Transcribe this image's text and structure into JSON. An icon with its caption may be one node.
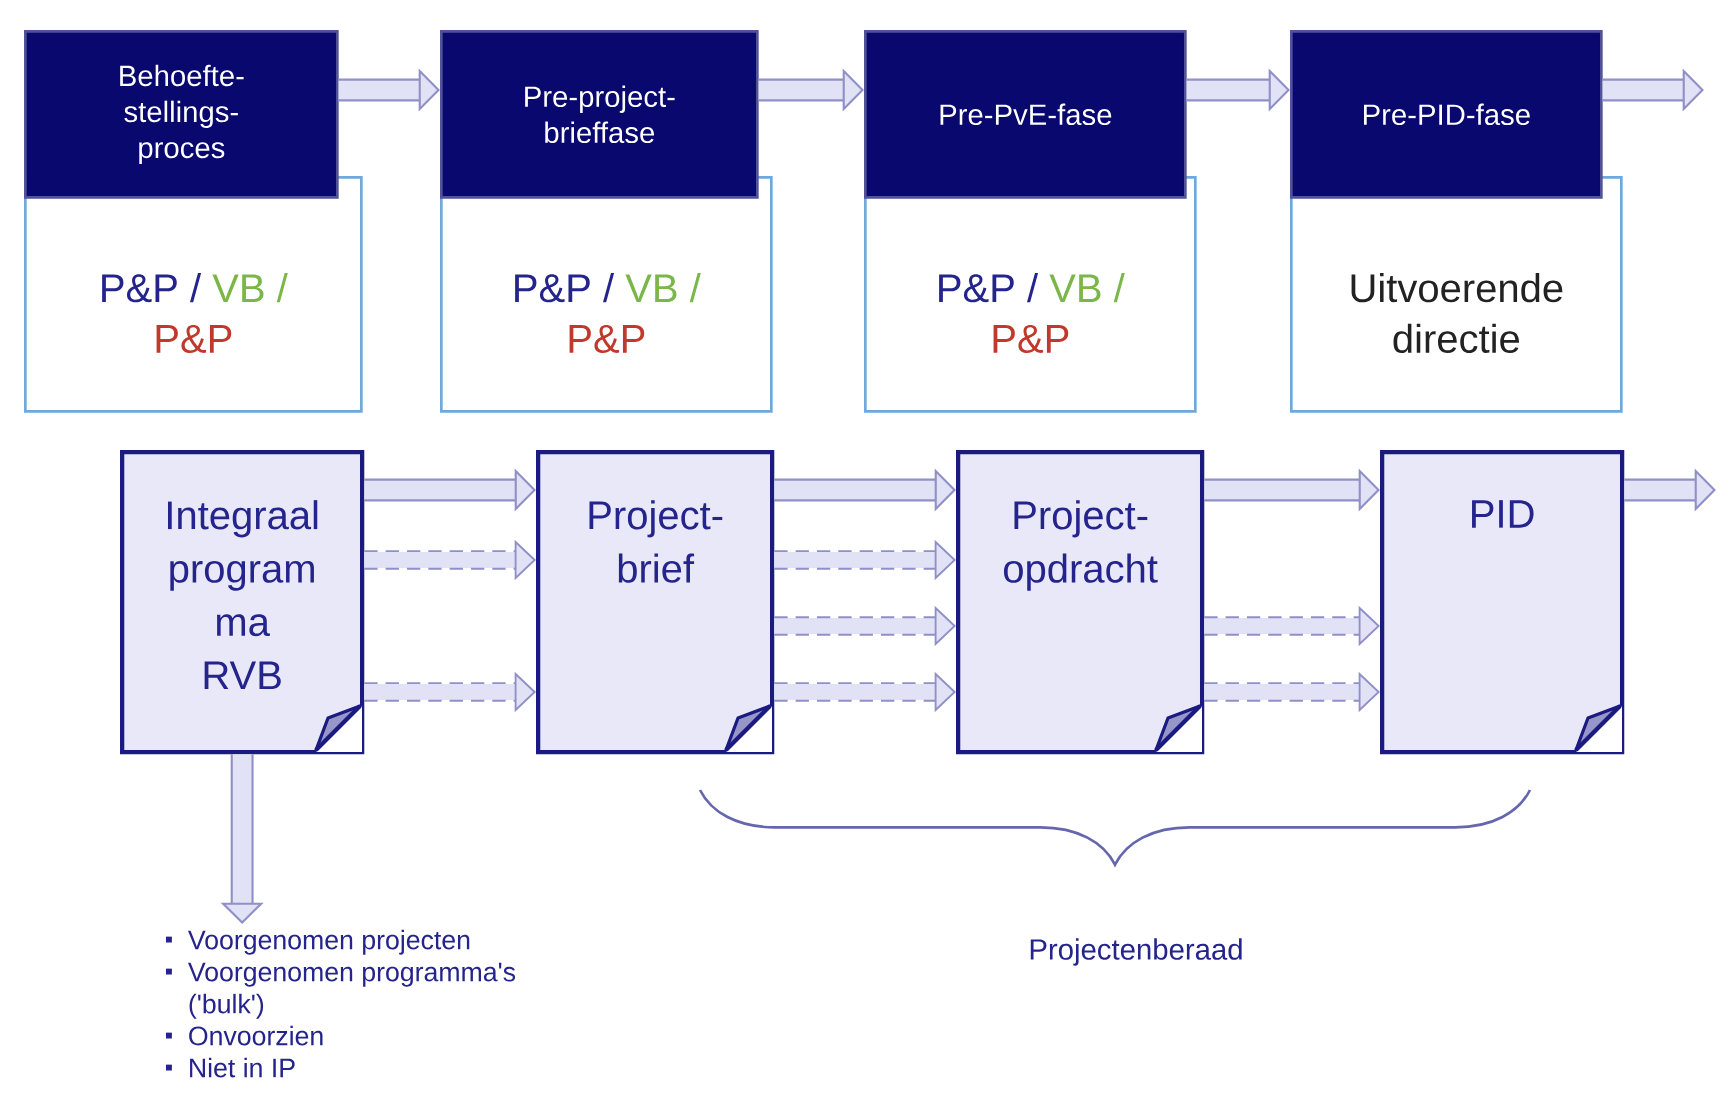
{
  "diagram": {
    "nodes": [
      {
        "text": [
          "Behoefte- stellings- proces"
        ]
      },
      {
        "text": [
          "P&P /",
          "VB /",
          "P&P"
        ]
      },
      {
        "text": [
          "Pre-project- brieffase"
        ]
      },
      {
        "text": [
          "P&P /",
          "VB /",
          "P&P"
        ]
      },
      {
        "text": [
          "Pre-PvE-fase"
        ]
      },
      {
        "text": [
          "P&P /",
          "VB /",
          "P&P"
        ]
      },
      {
        "text": [
          "Pre-PID-fase"
        ]
      },
      {
        "text": [
          "Uitvoerende directie"
        ]
      },
      {
        "text": [
          "Integraal program ma RVB"
        ]
      },
      {
        "text": [
          "Project- brief"
        ]
      },
      {
        "text": [
          "Project- opdracht"
        ]
      },
      {
        "text": [
          "PID"
        ]
      },
      {
        "text": [
          "Voorgenomen projecten",
          "Voorgenomen programma's ('bulk')",
          "Onvoorzien",
          "Niet in IP"
        ]
      }
    ],
    "edges": [
      {
        "from": 0,
        "to": 2,
        "arrow": "to"
      },
      {
        "from": 2,
        "to": 4,
        "arrow": "to"
      },
      {
        "from": 4,
        "to": 6,
        "arrow": "to"
      },
      {
        "from": 6,
        "to": null,
        "arrow": "to"
      },
      {
        "from": 8,
        "to": 9,
        "arrow": "to"
      },
      {
        "from": 9,
        "to": 10,
        "arrow": "to"
      },
      {
        "from": 10,
        "to": 11,
        "arrow": "to"
      },
      {
        "from": 11,
        "to": null,
        "arrow": "to"
      },
      {
        "from": 8,
        "to": 9,
        "arrow": "to",
        "style": "dashed"
      },
      {
        "from": 8,
        "to": 9,
        "arrow": "to",
        "style": "dashed"
      },
      {
        "from": 9,
        "to": 10,
        "arrow": "to",
        "style": "dashed"
      },
      {
        "from": 9,
        "to": 10,
        "arrow": "to",
        "style": "dashed"
      },
      {
        "from": 9,
        "to": 10,
        "arrow": "to",
        "style": "dashed"
      },
      {
        "from": 10,
        "to": 11,
        "arrow": "to",
        "style": "dashed"
      },
      {
        "from": 10,
        "to": 11,
        "arrow": "to",
        "style": "dashed"
      },
      {
        "from": 8,
        "to": 12,
        "arrow": "to"
      }
    ],
    "labels": [
      "Projectenberaad"
    ]
  }
}
